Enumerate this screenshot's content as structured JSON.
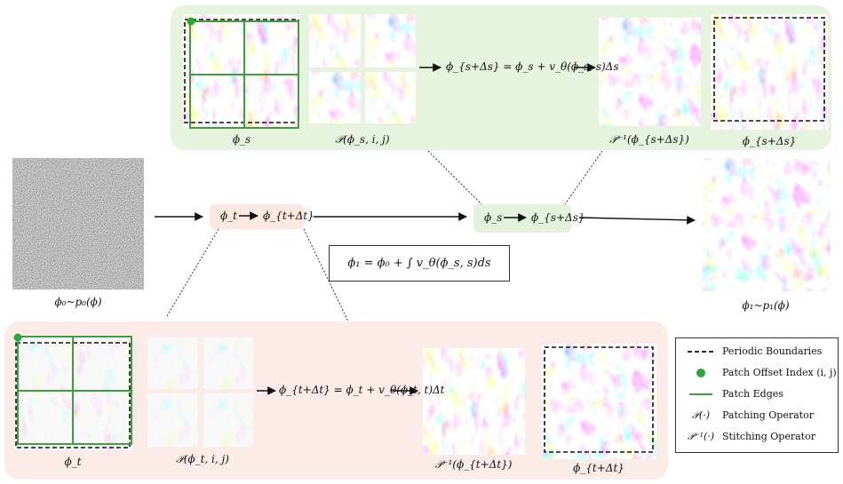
{
  "colors": {
    "red": "#e2413a",
    "blue": "#1f3fb8",
    "patch_edge": "#3f9f3a",
    "offset_dot": "#2aa63a",
    "green_panel": "#e6f3df",
    "pink_panel": "#fbece7"
  },
  "top": {
    "phi_s": "ϕ_s",
    "patch": "𝒫(ϕ_s, i, j)",
    "update_eq": "ϕ_{s+Δs} = ϕ_s + v_θ(ϕ_s, s)Δs",
    "stitch": "𝒫⁻¹(ϕ_{s+Δs})",
    "phi_s_next": "ϕ_{s+Δs}"
  },
  "middle": {
    "noise_label": "ϕ₀~p₀(ϕ)",
    "t_from": "ϕ_t",
    "t_to": "ϕ_{t+Δt}",
    "s_from": "ϕ_s",
    "s_to": "ϕ_{s+Δs}",
    "integral": "ϕ₁ = ϕ₀ + ∫ v_θ(ϕ_s, s)ds",
    "out_label": "ϕ₁~p₁(ϕ)"
  },
  "bottom": {
    "phi_t": "ϕ_t",
    "patch": "𝒫(ϕ_t, i, j)",
    "update_eq": "ϕ_{t+Δt} = ϕ_t + v_θ(ϕ_t, t)Δt",
    "stitch": "𝒫⁻¹(ϕ_{t+Δt})",
    "phi_t_next": "ϕ_{t+Δt}"
  },
  "legend": {
    "periodic": "Periodic Boundaries",
    "offset": "Patch Offset Index (i, j)",
    "edges": "Patch Edges",
    "patching_sym": "𝒫(·)",
    "patching": "Patching Operator",
    "stitching_sym": "𝒫⁻¹(·)",
    "stitching": "Stitching Operator"
  }
}
